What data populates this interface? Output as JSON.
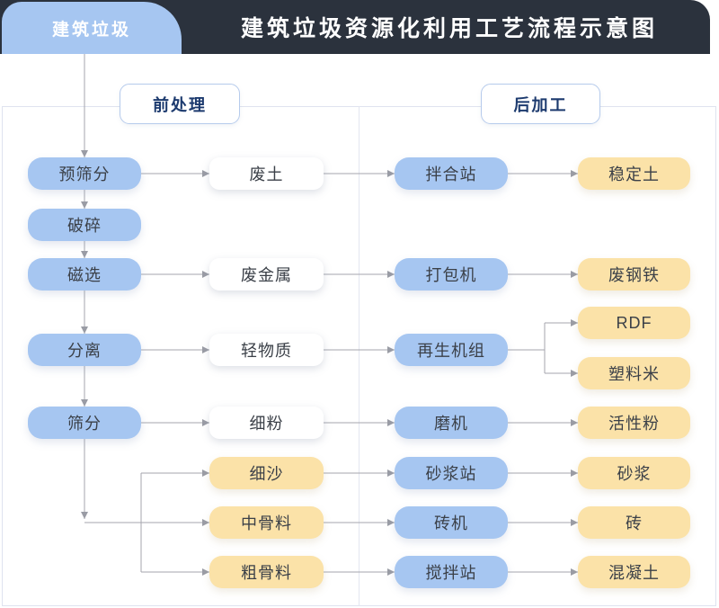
{
  "header": {
    "tab_label": "建筑垃圾",
    "title": "建筑垃圾资源化利用工艺流程示意图"
  },
  "sections": {
    "pre": "前处理",
    "post": "后加工"
  },
  "colors": {
    "header_bar": "#2b323d",
    "node_blue": "#a6c6f1",
    "node_yellow": "#fbe2a8",
    "node_white": "#ffffff",
    "section_text": "#1c3a6e",
    "connector_gray": "#a5a6ae",
    "panel_border": "#dfe3ef"
  },
  "nodes": {
    "pre_screening": {
      "label": "预筛分",
      "type": "process"
    },
    "crushing": {
      "label": "破碎",
      "type": "process"
    },
    "magnetic_separation": {
      "label": "磁选",
      "type": "process"
    },
    "separation": {
      "label": "分离",
      "type": "process"
    },
    "screening": {
      "label": "筛分",
      "type": "process"
    },
    "waste_soil": {
      "label": "废土",
      "type": "intermediate"
    },
    "waste_metal": {
      "label": "废金属",
      "type": "intermediate"
    },
    "light_material": {
      "label": "轻物质",
      "type": "intermediate"
    },
    "fine_powder": {
      "label": "细粉",
      "type": "intermediate"
    },
    "fine_sand": {
      "label": "细沙",
      "type": "product-intermediate"
    },
    "medium_aggregate": {
      "label": "中骨料",
      "type": "product-intermediate"
    },
    "coarse_aggregate": {
      "label": "粗骨料",
      "type": "product-intermediate"
    },
    "mixing_plant": {
      "label": "拌合站",
      "type": "equipment"
    },
    "baler": {
      "label": "打包机",
      "type": "equipment"
    },
    "regeneration_unit": {
      "label": "再生机组",
      "type": "equipment"
    },
    "mill": {
      "label": "磨机",
      "type": "equipment"
    },
    "mortar_plant": {
      "label": "砂浆站",
      "type": "equipment"
    },
    "brick_machine": {
      "label": "砖机",
      "type": "equipment"
    },
    "concrete_mixing_plant": {
      "label": "搅拌站",
      "type": "equipment"
    },
    "stabilized_soil": {
      "label": "稳定土",
      "type": "product"
    },
    "scrap_steel": {
      "label": "废钢铁",
      "type": "product"
    },
    "rdf": {
      "label": "RDF",
      "type": "product"
    },
    "plastic_pellets": {
      "label": "塑料米",
      "type": "product"
    },
    "active_powder": {
      "label": "活性粉",
      "type": "product"
    },
    "mortar": {
      "label": "砂浆",
      "type": "product"
    },
    "brick": {
      "label": "砖",
      "type": "product"
    },
    "concrete": {
      "label": "混凝土",
      "type": "product"
    }
  },
  "edges": [
    [
      "建筑垃圾",
      "预筛分"
    ],
    [
      "预筛分",
      "破碎"
    ],
    [
      "破碎",
      "磁选"
    ],
    [
      "磁选",
      "分离"
    ],
    [
      "分离",
      "筛分"
    ],
    [
      "预筛分",
      "废土"
    ],
    [
      "废土",
      "拌合站"
    ],
    [
      "拌合站",
      "稳定土"
    ],
    [
      "磁选",
      "废金属"
    ],
    [
      "废金属",
      "打包机"
    ],
    [
      "打包机",
      "废钢铁"
    ],
    [
      "分离",
      "轻物质"
    ],
    [
      "轻物质",
      "再生机组"
    ],
    [
      "再生机组",
      "RDF"
    ],
    [
      "再生机组",
      "塑料米"
    ],
    [
      "筛分",
      "细粉"
    ],
    [
      "细粉",
      "磨机"
    ],
    [
      "磨机",
      "活性粉"
    ],
    [
      "筛分",
      "细沙"
    ],
    [
      "筛分",
      "中骨料"
    ],
    [
      "筛分",
      "粗骨料"
    ],
    [
      "细沙",
      "砂浆站"
    ],
    [
      "砂浆站",
      "砂浆"
    ],
    [
      "中骨料",
      "砖机"
    ],
    [
      "砖机",
      "砖"
    ],
    [
      "粗骨料",
      "搅拌站"
    ],
    [
      "搅拌站",
      "混凝土"
    ]
  ]
}
